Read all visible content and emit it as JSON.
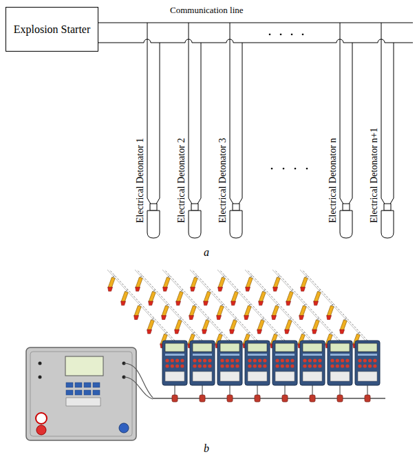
{
  "diagram": {
    "nodes": [
      {
        "text": [
          "Explosion Starter"
        ]
      }
    ],
    "labels": [
      "Communication line",
      "Electrical Detonator 1",
      "Electrical Detonator 2",
      "Electrical Detonator 3",
      "Electrical Detonator n",
      "Electrical Detonator n+1",
      "a",
      "b"
    ]
  }
}
